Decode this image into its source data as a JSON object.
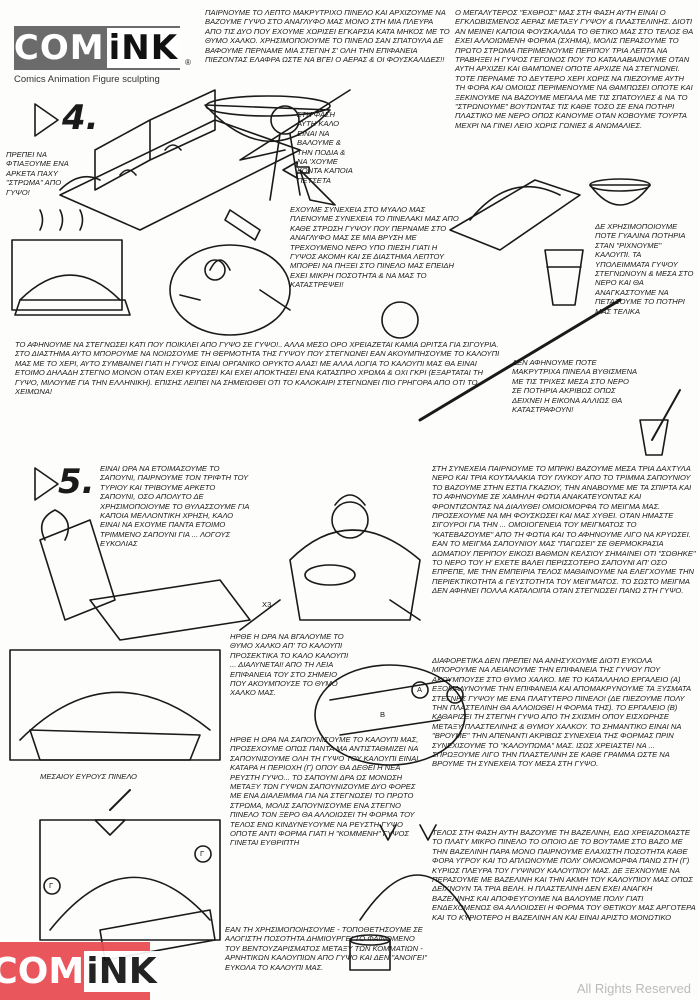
{
  "brand": {
    "logo_text_1": "COM",
    "logo_text_2": "iNK",
    "registered": "®",
    "subtitle": "Comics Animation Figure sculpting"
  },
  "sections": [
    {
      "number": "4."
    },
    {
      "number": "5."
    }
  ],
  "texts": {
    "intro": "ΠΑΙΡΝΟΥΜΕ ΤΟ ΛΕΠΤΟ ΜΑΚΡΥΤΡΙΧΟ ΠΙΝΕΛΟ ΚΑΙ ΑΡΧΙΖΟΥΜΕ ΝΑ ΒΑΖΟΥΜΕ ΓΥΨΟ ΣΤΟ ΑΝΑΓΛΥΦΟ ΜΑΣ ΜΟΝΟ ΣΤΗ ΜΙΑ ΠΛΕΥΡΑ ΑΠΟ ΤΙΣ ΔΥΟ ΠΟΥ ΕΧΟΥΜΕ ΧΩΡΙΣΕΙ ΕΓΚΑΡΣΙΑ ΚΑΤΑ ΜΗΚΟΣ ΜΕ ΤΟ ΘΥΜΟ ΧΑΛΚΟ. ΧΡΗΣΙΜΟΠΟΙΟΥΜΕ ΤΟ ΠΙΝΕΛΟ ΣΑΝ ΣΠΑΤΟΥΛΑ ΔΕ ΒΑΦΟΥΜΕ ΠΕΡΝΑΜΕ ΜΙΑ ΣΤΕΓΝΗ Σ' ΟΛΗ ΤΗΝ ΕΠΙΦΑΝΕΙΑ ΠΙΕΖΟΝΤΑΣ ΕΛΑΦΡΑ ΩΣΤΕ ΝΑ ΒΓΕΙ Ο ΑΕΡΑΣ & ΟΙ ΦΟΥΣΚΑΛΙΔΕΣ!!",
    "enemy": "Ο ΜΕΓΑΛΥΤΕΡΟΣ \"ΕΧΘΡΟΣ\" ΜΑΣ ΣΤΗ ΦΑΣΗ ΑΥΤΗ ΕΙΝΑΙ Ο ΕΓΚΛΩΒΙΣΜΕΝΟΣ ΑΕΡΑΣ ΜΕΤΑΞΥ ΓΥΨΟΥ & ΠΛΑΣΤΕΛΙΝΗΣ. ΔΙΟΤΙ ΑΝ ΜΕΙΝΕΙ ΚΑΠΟΙΑ ΦΟΥΣΚΑΛΙΔΑ ΤΟ ΘΕΤΙΚΟ ΜΑΣ ΣΤΟ ΤΕΛΟΣ ΘΑ ΕΧΕΙ ΑΛΛΟΙΩΜΕΝΗ ΦΟΡΜΑ (ΣΧΗΜΑ), ΜΟΛΙΣ ΠΕΡΑΣΟΥΜΕ ΤΟ ΠΡΩΤΟ ΣΤΡΩΜΑ ΠΕΡΙΜΕΝΟΥΜΕ ΠΕΡΙΠΟΥ ΤΡΙΑ ΛΕΠΤΑ ΝΑ ΤΡΑΒΗΞΕΙ Η ΓΥΨΟΣ ΓΕΓΟΝΟΣ ΠΟΥ ΤΟ ΚΑΤΑΛΑΒΑΙΝΟΥΜΕ ΟΤΑΝ ΑΥΤΗ ΑΡΧΙΖΕΙ ΚΑΙ ΘΑΜΠΩΝΕΙ ΟΠΟΤΕ ΑΡΧΙΖΕ ΝΑ ΣΤΕΓΝΩΝΕΙ. ΤΟΤΕ ΠΕΡΝΑΜΕ ΤΟ ΔΕΥΤΕΡΟ ΧΕΡΙ ΧΩΡΙΣ ΝΑ ΠΙΕΖΟΥΜΕ ΑΥΤΗ ΤΗ ΦΟΡΑ ΚΑΙ ΟΜΟΙΩΣ ΠΕΡΙΜΕΝΟΥΜΕ ΝΑ ΘΑΜΠΩΣΕΙ ΟΠΟΤΕ ΚΑΙ ΞΕΚΙΝΟΥΜΕ ΝΑ ΒΑΖΟΥΜΕ ΜΕΓΑΛΑ ΜΕ ΤΙΣ ΣΠΑΤΟΥΛΕΣ & ΝΑ ΤΟ \"ΣΤΡΩΝΟΥΜΕ\" ΒΟΥΤΩΝΤΑΣ ΤΙΣ ΚΑΘΕ ΤΟΣΟ ΣΕ ΕΝΑ ΠΟΤΗΡΙ ΠΛΑΣΤΙΚΟ ΜΕ ΝΕΡΟ ΟΠΩΣ ΚΑΝΟΥΜΕ ΟΤΑΝ ΚΟΒΟΥΜΕ ΤΟΥΡΤΑ ΜΕΧΡΙ ΝΑ ΓΙΝΕΙ ΛΕΙΟ ΧΩΡΙΣ ΓΩΝΙΕΣ & ΑΝΩΜΑΛΙΕΣ.",
    "phase_note": "ΣΤΗ ΦΑΣΗ ΑΥΤΗ ΚΑΛΟ ΕΙΝΑΙ ΝΑ ΒΑΛΟΥΜΕ & ΤΗΝ ΠΟΔΙΑ & ΝΑ 'ΧΟΥΜΕ ΚΟΝΤΑ ΚΑΠΟΙΑ ΠΕΤΣΕΤΑ",
    "thick_layer": "ΠΡΕΠΕΙ ΝΑ ΦΤΙΑΞΟΥΜΕ ΕΝΑ ΑΡΚΕΤΑ ΠΑΧΥ \"ΣΤΡΩΜΑ\" ΑΠΟ ΓΥΨΟ!",
    "wash": "ΕΧΟΥΜΕ ΣΥΝΕΧΕΙΑ ΣΤΟ ΜΥΑΛΟ ΜΑΣ ΠΛΕΝΟΥΜΕ ΣΥΝΕΧΕΙΑ ΤΟ ΠΙΝΕΛΑΚΙ ΜΑΣ ΑΠΟ ΚΑΘΕ ΣΤΡΩΣΗ ΓΥΨΟΥ ΠΟΥ ΠΕΡΝΑΜΕ ΣΤΟ ΑΝΑΓΛΥΦΟ ΜΑΣ ΣΕ ΜΙΑ ΒΡΥΣΗ ΜΕ ΤΡΕΧΟΥΜΕΝΟ ΝΕΡΟ ΥΠΟ ΠΙΕΣΗ ΓΙΑΤΙ Η ΓΥΨΟΣ ΑΚΟΜΗ ΚΑΙ ΣΕ ΔΙΑΣΤΗΜΑ ΛΕΠΤΟΥ ΜΠΟΡΕΙ ΝΑ ΠΗΞΕΙ ΣΤΟ ΠΙΝΕΛΟ ΜΑΣ ΕΠΕΙΔΗ ΕΧΕΙ ΜΙΚΡΗ ΠΟΣΟΤΗΤΑ & ΝΑ ΜΑΣ ΤΟ ΚΑΤΑΣΤΡΕΨΕΙ!",
    "glasses": "ΔΕ ΧΡΗΣΙΜΟΠΟΙΟΥΜΕ ΠΟΤΕ ΓΥΑΛΙΝΑ ΠΟΤΗΡΙΑ ΣΤΑΝ \"ΡΙΧΝΟΥΜΕ\" ΚΑΛΟΥΠΙ. ΤΑ ΥΠΟΛΕΙΜΜΑΤΑ ΓΥΨΟΥ ΣΤΕΓΝΩΝΟΥΝ & ΜΕΣΑ ΣΤΟ ΝΕΡΟ ΚΑΙ ΘΑ ΑΝΑΓΚΑΣΤΟΥΜΕ ΝΑ ΠΕΤΑΞΟΥΜΕ ΤΟ ΠΟΤΗΡΙ ΜΑΣ ΤΕΛΙΚΑ",
    "drying": "ΤΟ ΑΦΗΝΟΥΜΕ ΝΑ ΣΤΕΓΝΩΣΕΙ ΚΑΤΙ ΠΟΥ ΠΟΙΚΙΛΕΙ ΑΠΟ ΓΥΨΟ ΣΕ ΓΥΨΟ!.. ΑΛΛΑ ΜΕΣΟ ΟΡΟ ΧΡΕΙΑΖΕΤΑΙ ΚΑΜΙΑ ΩΡΙΤΣΑ ΓΙΑ ΣΙΓΟΥΡΙΑ. ΣΤΟ ΔΙΑΣΤΗΜΑ ΑΥΤΟ ΜΠΟΡΟΥΜΕ ΝΑ ΝΟΙΩΣΟΥΜΕ ΤΗ ΘΕΡΜΟΤΗΤΑ ΤΗΣ ΓΥΨΟΥ ΠΟΥ ΣΤΕΓΝΩΝΕΙ ΕΑΝ ΑΚΟΥΜΠΗΣΟΥΜΕ ΤΟ ΚΑΛΟΥΠΙ ΜΑΣ ΜΕ ΤΟ ΧΕΡΙ, ΑΥΤΟ ΣΥΜΒΑΙΝΕΙ ΓΙΑΤΙ Η ΓΥΨΟΣ ΕΙΝΑΙ ΟΡΓΑΝΙΚΟ ΟΡΥΚΤΟ ΑΛΑΣ! ΜΕ ΑΛΛΑ ΛΟΓΙΑ ΤΟ ΚΑΛΟΥΠΙ ΜΑΣ ΘΑ ΕΙΝΑΙ ΕΤΟΙΜΟ ΔΗΛΑΔΗ ΣΤΕΓΝΟ ΜΟΝΟΝ ΟΤΑΝ ΕΧΕΙ ΚΡΥΩΣΕΙ ΚΑΙ ΕΧΕΙ ΑΠΟΚΤΗΣΕΙ ΕΝΑ ΚΑΤΑΣΠΡΟ ΧΡΩΜΑ & ΟΧΙ ΓΚΡΙ (ΕΞΑΡΤΑΤΑΙ ΤΗ ΓΥΨΟ, ΜΙΛΟΥΜΕ ΓΙΑ ΤΗΝ ΕΛΛΗΝΙΚΗ). ΕΠΙΣΗΣ ΛΕΙΠΕΙ ΝΑ ΣΗΜΕΙΩΘΕΙ ΟΤΙ ΤΟ ΚΑΛΟΚΑΙΡΙ ΣΤΕΓΝΩΝΕΙ ΠΙΟ ΓΡΗΓΟΡΑ ΑΠΟ ΟΤΙ ΤΟ ΧΕΙΜΩΝΑ!",
    "brushes": "ΔΕΝ ΑΦΗΝΟΥΜΕ ΠΟΤΕ ΜΑΚΡΥΤΡΙΧΑ ΠΙΝΕΛΑ ΒΥΘΙΣΜΕΝΑ ΜΕ ΤΙΣ ΤΡΙΧΕΣ ΜΕΣΑ ΣΤΟ ΝΕΡΟ ΣΕ ΠΟΤΗΡΙΑ ΑΚΡΙΒΩΣ ΟΠΩΣ ΔΕΙΧΝΕΙ Η ΕΙΚΟΝΑ ΑΛΛΙΩΣ ΘΑ ΚΑΤΑΣΤΡΑΦΟΥΝ!",
    "soap_intro": "ΕΙΝΑΙ ΩΡΑ ΝΑ ΕΤΟΙΜΑΣΟΥΜΕ ΤΟ ΣΑΠΟΥΝΙ, ΠΑΙΡΝΟΥΜΕ ΤΟΝ ΤΡΙΦΤΗ ΤΟΥ ΤΥΡΙΟΥ ΚΑΙ ΤΡΙΒΟΥΜΕ ΑΡΚΕΤΟ ΣΑΠΟΥΝΙ, ΟΣΟ ΑΠΟΛΥΤΟ ΔΕ ΧΡΗΣΙΜΟΠΟΙΟΥΜΕ ΤΟ ΘΥΛΑΣΣΟΥΜΕ ΓΙΑ ΚΑΠΟΙΑ ΜΕΛΛΟΝΤΙΚΗ ΧΡΗΣΗ, ΚΑΛΟ ΕΙΝΑΙ ΝΑ ΕΧΟΥΜΕ ΠΑΝΤΑ ΕΤΟΙΜΟ ΤΡΙΜΜΕΝΟ ΣΑΠΟΥΝΙ ΓΙΑ ... ΛΟΓΟΥΣ ΕΥΚΟΛΙΑΣ",
    "soap_mix": "ΣΤΗ ΣΥΝΕΧΕΙΑ ΠΑΙΡΝΟΥΜΕ ΤΟ ΜΠΡΙΚΙ ΒΑΖΟΥΜΕ ΜΕΣΑ ΤΡΙΑ ΔΑΧΤΥΛΑ ΝΕΡΟ ΚΑΙ ΤΡΙΑ ΚΟΥΤΑΛΑΚΙΑ ΤΟΥ ΓΛΥΚΟΥ ΑΠΟ ΤΟ ΤΡΙΜΜΑ ΣΑΠΟΥΝΙΟΥ ΤΟ ΒΑΖΟΥΜΕ ΣΤΗΝ ΕΣΤΙΑ ΓΚΑΖΙΟΥ, ΤΗΝ ΑΝΑΒΟΥΜΕ ΜΕ ΤΑ ΣΠΙΡΤΑ ΚΑΙ ΤΟ ΑΦΗΝΟΥΜΕ ΣΕ ΧΑΜΗΛΗ ΦΩΤΙΑ ΑΝΑΚΑΤΕΥΟΝΤΑΣ ΚΑΙ ΦΡΟΝΤΙΖΟΝΤΑΣ ΝΑ ΔΙΑΛΥΘΕΙ ΟΜΟΙΟΜΟΡΦΑ ΤΟ ΜΕΙΓΜΑ ΜΑΣ. ΠΡΟΣΕΧΟΥΜΕ ΝΑ ΜΗ ΦΟΥΣΚΩΣΕΙ ΚΑΙ ΜΑΣ ΧΥΘΕΙ. ΟΤΑΝ ΗΜΑΣΤΕ ΣΙΓΟΥΡΟΙ ΓΙΑ ΤΗΝ ... ΟΜΟΙΟΓΕΝΕΙΑ ΤΟΥ ΜΕΙΓΜΑΤΟΣ ΤΟ \"ΚΑΤΕΒΑΖΟΥΜΕ\" ΑΠΟ ΤΗ ΦΩΤΙΑ ΚΑΙ ΤΟ ΑΦΗΝΟΥΜΕ ΛΙΓΟ ΝΑ ΚΡΥΩΣΕΙ. ΕΑΝ ΤΟ ΜΕΙΓΜΑ ΣΑΠΟΥΝΙΟΥ ΜΑΣ \"ΠΑΓΩΣΕΙ\" ΣΕ ΘΕΡΜΟΚΡΑΣΙΑ ΔΩΜΑΤΙΟΥ ΠΕΡΙΠΟΥ ΕΙΚΟΣΙ ΒΑΘΜΩΝ ΚΕΛΣΙΟΥ ΣΗΜΑΙΝΕΙ ΟΤΙ \"ΣΩΘΗΚΕ\" ΤΟ ΝΕΡΟ ΤΟΥ Η' ΕΧΕΤΕ ΒΑΛΕΙ ΠΕΡΙΣΣΟΤΕΡΟ ΣΑΠΟΥΝΙ ΑΠ' ΟΣΟ ΕΠΡΕΠΕ, ΜΕ ΤΗΝ ΕΜΠΕΙΡΙΑ ΤΕΛΟΣ ΜΑΘΑΙΝΟΥΜΕ ΝΑ ΕΛΕΓΧΟΥΜΕ ΤΗΝ ΠΕΡΙΕΚΤΙΚΟΤΗΤΑ & ΓΕΥΣΤΟΤΗΤΑ ΤΟΥ ΜΕΙΓΜΑΤΟΣ. ΤΟ ΣΩΣΤΟ ΜΕΙΓΜΑ ΔΕΝ ΑΦΗΝΕΙ ΠΟΛΛΑ ΚΑΤΑΛΟΙΠΑ ΟΤΑΝ ΣΤΕΓΝΩΣΕΙ ΠΑΝΩ ΣΤΗ ΓΥΨΟ.",
    "remove_copper": "ΗΡΘΕ Η ΩΡΑ ΝΑ ΒΓΑΛΟΥΜΕ ΤΟ ΘΥΜΟ ΧΑΛΚΟ ΑΠ' ΤΟ ΚΑΛΟΥΠΙ ΠΡΟΣΕΚΤΙΚΑ ΤΟ ΚΑΛΟ ΚΑΛΟΥΠΙ ... ΔΙΑΛΥΝΕΤΑΙ! ΑΠΟ ΤΗ ΛΕΙΑ ΕΠΙΦΑΝΕΙΑ ΤΟΥ ΣΤΟ ΣΗΜΕΙΟ ΠΟΥ ΑΚΟΥΜΠΟΥΣΕ ΤΟ ΘΥΜΟ ΧΑΛΚΟ ΜΑΣ.",
    "otherwise": "ΔΙΑΦΟΡΕΤΙΚΑ ΔΕΝ ΠΡΕΠΕΙ ΝΑ ΑΝΗΣΥΧΟΥΜΕ ΔΙΟΤΙ ΕΥΚΟΛΑ ΜΠΟΡΟΥΜΕ ΝΑ ΛΕΙΑΝΟΥΜΕ ΤΗΝ ΕΠΙΦΑΝΕΙΑ ΤΗΣ ΓΥΨΟΥ ΠΟΥ ΑΚΟΥΜΠΟΥΣΕ ΣΤΟ ΘΥΜΟ ΧΑΛΚΟ. ΜΕ ΤΟ ΚΑΤΑΛΛΗΛΟ ΕΡΓΑΛΕΙΟ (Α) ΕΞΟΜΑΛΥΝΟΥΜΕ ΤΗΝ ΕΠΙΦΑΝΕΙΑ ΚΑΙ ΑΠΟΜΑΚΡΥΝΟΥΜΕ ΤΑ ΞΥΣΜΑΤΑ ΣΤΕΓΝΗΣ ΓΥΨΟΥ ΜΕ ΕΝΑ ΠΛΑΤΥΤΕΡΟ ΠΙΝΕΛΟ! (ΔΕ ΠΙΕΖΟΥΜΕ ΠΟΛΥ ΤΗΝ ΠΛΑΣΤΕΛΙΝΗ ΘΑ ΑΛΛΟΙΩΘΕΙ Η ΦΟΡΜΑ ΤΗΣ). ΤΟ ΕΡΓΑΛΕΙΟ (Β) ΚΑΘΑΡΙΖΕΙ ΤΗ ΣΤΕΓΝΗ ΓΥΨΟ ΑΠΟ ΤΗ ΣΧΙΣΜΗ ΟΠΟΥ ΕΙΣΧΩΡΗΣΕ ΜΕΤΑΞΥ ΠΛΑΣΤΕΛΙΝΗΣ & ΘΥΜΟΥ ΧΑΛΚΟΥ. ΤΟ ΣΗΜΑΝΤΙΚΟ ΕΙΝΑΙ ΝΑ \"ΒΡΟΥΜΕ\" ΤΗΝ ΑΠΕΝΑΝΤΙ ΑΚΡΙΒΩΣ ΣΥΝΕΧΕΙΑ ΤΗΣ ΦΟΡΜΑΣ ΠΡΙΝ ΣΥΝΕΧΙΣΟΥΜΕ ΤΟ \"ΚΑΛΟΥΠΩΜΑ\" ΜΑΣ. ΙΣΩΣ ΧΡΕΙΑΣΤΕΙ ΝΑ ... ΣΠΡΩΞΟΥΜΕ ΛΙΓΟ ΤΗΝ ΠΛΑΣΤΕΛΙΝΗ ΣΕ ΚΑΘΕ ΓΡΑΜΜΑ ΩΣΤΕ ΝΑ ΒΡΟΥΜΕ ΤΗ ΣΥΝΕΧΕΙΑ ΤΟΥ ΜΕΣΑ ΣΤΗ ΓΥΨΟ.",
    "medium_brush": "ΜΕΣΑΙΟΥ ΕΥΡΟΥΣ ΠΙΝΕΛΟ",
    "soap_apply": "ΗΡΘΕ Η ΩΡΑ ΝΑ ΣΑΠΟΥΝΙΣΟΥΜΕ ΤΟ ΚΑΛΟΥΠΙ ΜΑΣ, ΠΡΟΣΕΧΟΥΜΕ ΟΠΩΣ ΠΑΝΤΑ ΜΑ ΑΝΤΙΣΤΑΘΜΙΖΕΙ ΝΑ ΣΑΠΟΥΝΙΣΟΥΜΕ ΟΛΗ ΤΗ ΓΥΨΟ ΤΟΥ ΚΑΛΟΥΠΙ ΕΙΝΑΙ ΚΑΤΑΡΑ Η ΠΕΡΙΟΧΗ (Γ) ΟΠΟΥ ΘΑ ΔΕΘΕΙ Η ΝΕΑ ΡΕΥΣΤΗ ΓΥΨΟ... ΤΟ ΣΑΠΟΥΝΙ ΔΡΑ ΩΣ ΜΟΝΩΣΗ ΜΕΤΑΞΥ ΤΩΝ ΓΥΨΩΝ ΣΑΠΟΥΝΙΖΟΥΜΕ ΔΥΟ ΦΟΡΕΣ ΜΕ ΕΝΑ ΔΙΑΛΕΙΜΜΑ ΓΙΑ ΝΑ ΣΤΕΓΝΩΣΕΙ ΤΟ ΠΡΩΤΟ ΣΤΡΩΜΑ, ΜΟΛΙΣ ΣΑΠΟΥΝΙΣΟΥΜΕ ΕΝΑ ΣΤΕΓΝΟ ΠΙΝΕΛΟ ΤΟΝ ΞΕΡΟ ΘΑ ΑΛΛΟΙΩΣΕΙ ΤΗ ΦΟΡΜΑ ΤΟΥ ΤΕΛΟΣ ΕΝΩ ΚΙΝΔΥΝΕΥΟΥΜΕ ΝΑ ΡΕΥΣΤΗ ΓΥΨΟ ΟΠΟΤΕ ΑΝΤΙ ΦΟΡΜΑ ΓΙΑΤΙ Η \"ΚΟΜΜΕΝΗ\" ΓΥΨΟΣ ΓΙΝΕΤΑΙ ΕΥΘΡΙΠΤΗ",
    "vaseline": "ΤΕΛΟΣ ΣΤΗ ΦΑΣΗ ΑΥΤΗ ΒΑΖΟΥΜΕ ΤΗ ΒΑΖΕΛΙΝΗ, ΕΔΩ ΧΡΕΙΑΖΟΜΑΣΤΕ ΤΟ ΠΛΑΤΥ ΜΙΚΡΟ ΠΙΝΕΛΟ ΤΟ ΟΠΟΙΟ ΔΕ ΤΟ ΒΟΥΤΑΜΕ ΣΤΟ ΒΑΖΟ ΜΕ ΤΗΝ ΒΑΖΕΛΙΝΗ ΠΑΡΑ ΜΟΝΟ ΠΑΙΡΝΟΥΜΕ ΕΛΑΧΙΣΤΗ ΠΟΣΟΤΗΤΑ ΚΑΘΕ ΦΟΡΑ ΥΓΡΟΥ ΚΑΙ ΤΟ ΑΠΛΩΝΟΥΜΕ ΠΟΛΥ ΟΜΟΙΟΜΟΡΦΑ ΠΑΝΩ ΣΤΗ (Γ) ΚΥΡΙΩΣ ΠΛΕΥΡΑ ΤΟΥ ΓΥΨΙΝΟΥ ΚΑΛΟΥΠΙΟΥ ΜΑΣ. ΔΕ ΞΕΧΝΟΥΜΕ ΝΑ ΠΕΡΑΣΟΥΜΕ ΜΕ ΒΑΖΕΛΙΝΗ ΚΑΙ ΤΗΝ ΑΚΜΗ ΤΟΥ ΚΑΛΟΥΠΙΟΥ ΜΑΣ ΟΠΩΣ ΔΕΙΧΝΟΥΝ ΤΑ ΤΡΙΑ ΒΕΛΗ. Η ΠΛΑΣΤΕΛΙΝΗ ΔΕΝ ΕΧΕΙ ΑΝΑΓΚΗ ΒΑΖΕΛΙΝΗΣ ΚΑΙ ΑΠΟΦΕΥΓΟΥΜΕ ΝΑ ΒΑΛΟΥΜΕ ΠΟΛΥ ΓΙΑΤΙ ΕΝΔΕΧΟΜΕΝΩΣ ΘΑ ΑΛΛΟΙΩΣΕΙ Η ΦΟΡΜΑ ΤΟΥ ΘΕΤΙΚΟΥ ΜΑΣ ΑΡΓΟΤΕΡΑ ΚΑΙ ΤΟ ΚΥΡΙΟΤΕΡΟ Η ΒΑΖΕΛΙΝΗ ΑΝ ΚΑΙ ΕΙΝΑΙ ΑΡΙΣΤΟ ΜΟΝΩΤΙΚΟ",
    "quantity": "ΕΑΝ ΤΗ ΧΡΗΣΙΜΟΠΟΙΗΣΟΥΜΕ - ΤΟΠΟΘΕΤΗΣΟΥΜΕ ΣΕ ΑΛΟΓΙΣΤΗ ΠΟΣΟΤΗΤΑ ΔΗΜΙΟΥΡΓΕΙ ΤΟ ΦΑΙΝΟΜΕΝΟ ΤΟΥ ΒΕΝΤΟΥΖΑΡΙΣΜΑΤΟΣ ΜΕΤΑΞΥ ΤΩΝ ΚΟΜΜΑΤΙΩΝ - ΑΡΝΗΤΙΚΩΝ ΚΑΛΟΥΠΙΩΝ ΑΠΟ ΓΥΨΟ ΚΑΙ ΔΕΝ \"ΑΝΟΙΓΕΙ\" ΕΥΚΟΛΑ ΤΟ ΚΑΛΟΥΠΙ ΜΑΣ."
  },
  "labels": {
    "tool_a": "A",
    "tool_b": "B",
    "area_c": "Γ",
    "times_3": "x3"
  },
  "footer": {
    "rights": "All Rights Reserved"
  },
  "colors": {
    "logo_gray": "#6b6b6b",
    "logo_red": "#e84a4f",
    "ink": "#1a1a1a"
  }
}
